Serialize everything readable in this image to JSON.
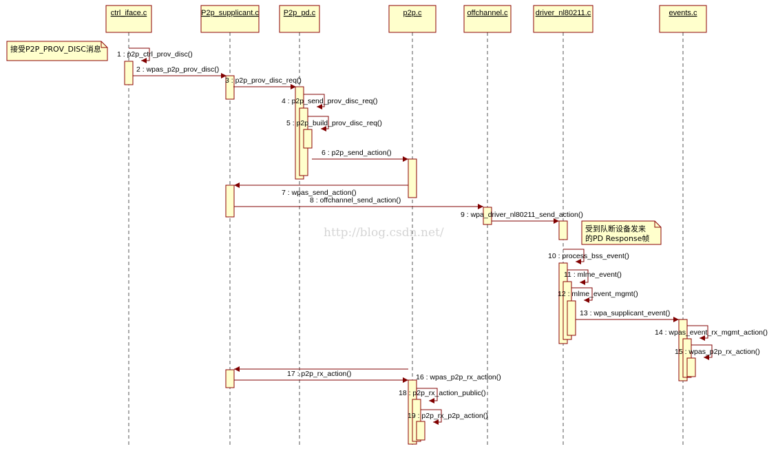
{
  "colors": {
    "box": "#ffffcc",
    "border": "#8b0000",
    "arrow": "#800000",
    "lifeline": "#555555"
  },
  "participants": [
    {
      "id": "ctrl",
      "label": "ctrl_iface.c"
    },
    {
      "id": "supp",
      "label": "P2p_supplicant.c"
    },
    {
      "id": "pd",
      "label": "P2p_pd.c"
    },
    {
      "id": "p2p",
      "label": "p2p.c"
    },
    {
      "id": "off",
      "label": "offchannel.c"
    },
    {
      "id": "drv",
      "label": "driver_nl80211.c"
    },
    {
      "id": "evt",
      "label": "events.c"
    }
  ],
  "notes": [
    {
      "lines": [
        "接受P2P_PROV_DISC消息"
      ]
    },
    {
      "lines": [
        "受到队断设备发来",
        "的PD Response帧"
      ]
    }
  ],
  "messages": [
    "1 : p2p_ctrl_prov_disc()",
    "2 : wpas_p2p_prov_disc()",
    "3 : p2p_prov_disc_req()",
    "4 : p2p_send_prov_disc_req()",
    "5 : p2p_build_prov_disc_req()",
    "6 : p2p_send_action()",
    "7 : wpas_send_action()",
    "8 : offchannel_send_action()",
    "9 : wpa_driver_nl80211_send_action()",
    "10 : process_bss_event()",
    "11 : mlme_event()",
    "12 : mlme_event_mgmt()",
    "13 : wpa_supplicant_event()",
    "14 : wpas_event_rx_mgmt_action()",
    "15 : wpas_p2p_rx_action()",
    "16 : wpas_p2p_rx_action()",
    "17 : p2p_rx_action()",
    "18 : p2p_rx_action_public()",
    "19 : p2p_rx_p2p_action()"
  ],
  "watermark": "http://blog.csdn.net/"
}
